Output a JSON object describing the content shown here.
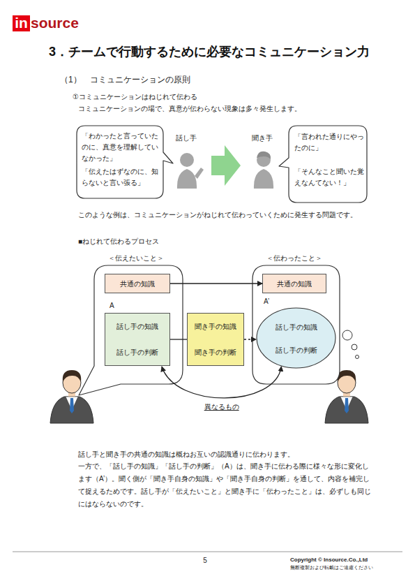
{
  "diagram": {
    "title": "3．チームで行動するために必要なコミュニケーション力",
    "nodes": [
      {
        "text": [
          "「わかったと言っていたのに、真意を理解していなかった」",
          "「伝えたはずなのに、知らないと言い張る」"
        ]
      },
      {
        "text": [
          "「言われた通りにやったのに」",
          "「そんなこと聞いた覚えなんてない！」"
        ]
      },
      {
        "text": [
          "＜伝えたいこと＞"
        ]
      },
      {
        "text": [
          "共通の知識"
        ],
        "in": 2
      },
      {
        "text": [
          "A",
          "話し手の知識",
          "話し手の判断"
        ],
        "in": 2
      },
      {
        "text": [
          "聞き手の知識",
          "聞き手の判断"
        ]
      },
      {
        "text": [
          "＜伝わったこと＞"
        ]
      },
      {
        "text": [
          "共通の知識"
        ],
        "in": 6
      },
      {
        "text": [
          "A’",
          "話し手の知識",
          "話し手の判断"
        ],
        "in": 6
      }
    ],
    "edges": [
      {
        "from": 3,
        "to": 7,
        "arrow": "to"
      },
      {
        "from": 4,
        "to": 5,
        "arrow": "none"
      },
      {
        "from": 5,
        "to": 8,
        "arrow": "to"
      },
      {
        "from": 8,
        "to": 4,
        "label": "異なるもの",
        "arrow": "both"
      }
    ],
    "labels": [
      "in",
      "source",
      "（1）　コミュニケーションの原則",
      "①コミュニケーションはねじれて伝わる",
      "コミュニケーションの場で、真意が伝わらない現象は多々発生します。",
      "話し手",
      "聞き手",
      "このような例は、コミュニケーションがねじれて伝わっていくために発生する問題です。",
      "■ねじれて伝わるプロセス",
      "話し手と聞き手の共通の知識は概ねお互いの認識通りに伝わります。",
      "一方で、「話し手の知識」「話し手の判断」（A）は、聞き手に伝わる際に様々な形に変化します（A’）。聞く側が「聞き手自身の知識」や「聞き手自身の判断」を通して、内容を補完して捉えるためです。話し手が「伝えたいこと」と聞き手に「伝わったこと」は、必ずしも同じにはならないのです。",
      "5",
      "Copyright © Insource.Co.,Ltd",
      "無断複製および転載はご遠慮ください"
    ]
  }
}
